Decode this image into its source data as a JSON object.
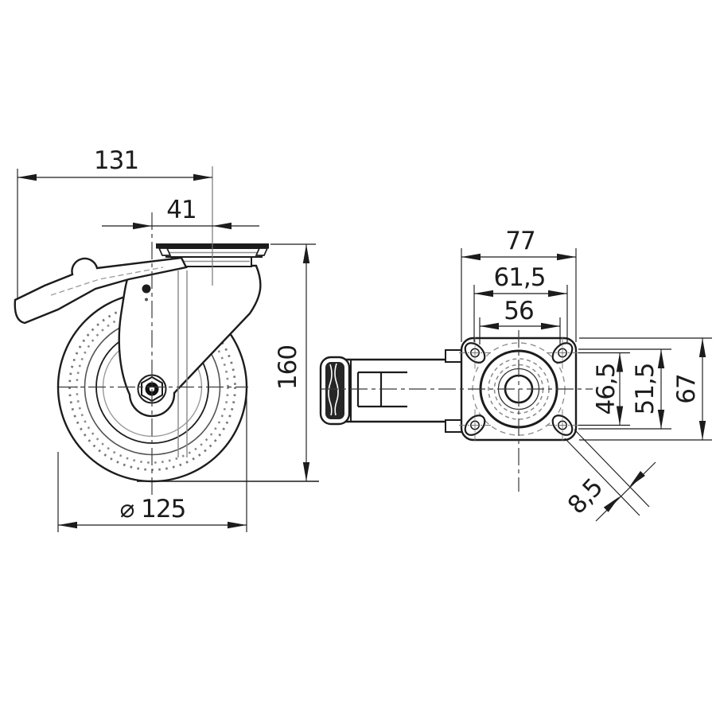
{
  "page": {
    "background": "#ffffff"
  },
  "drawing": {
    "type": "caster-wheel-technical-drawing",
    "line_color": "#1c1c1c",
    "hidden_line_color": "#8f8f8f",
    "views": {
      "side": {
        "dims": {
          "total_length": "131",
          "swivel_offset": "41",
          "total_height": "160",
          "wheel_diameter": "⌀ 125"
        }
      },
      "plan": {
        "dims": {
          "plate_width": "77",
          "hole_spacing_width_max": "61,5",
          "hole_spacing_width_min": "56",
          "hole_spacing_depth_min": "46,5",
          "hole_spacing_depth_max": "51,5",
          "plate_depth": "67",
          "hole_diameter": "8,5"
        }
      }
    }
  }
}
